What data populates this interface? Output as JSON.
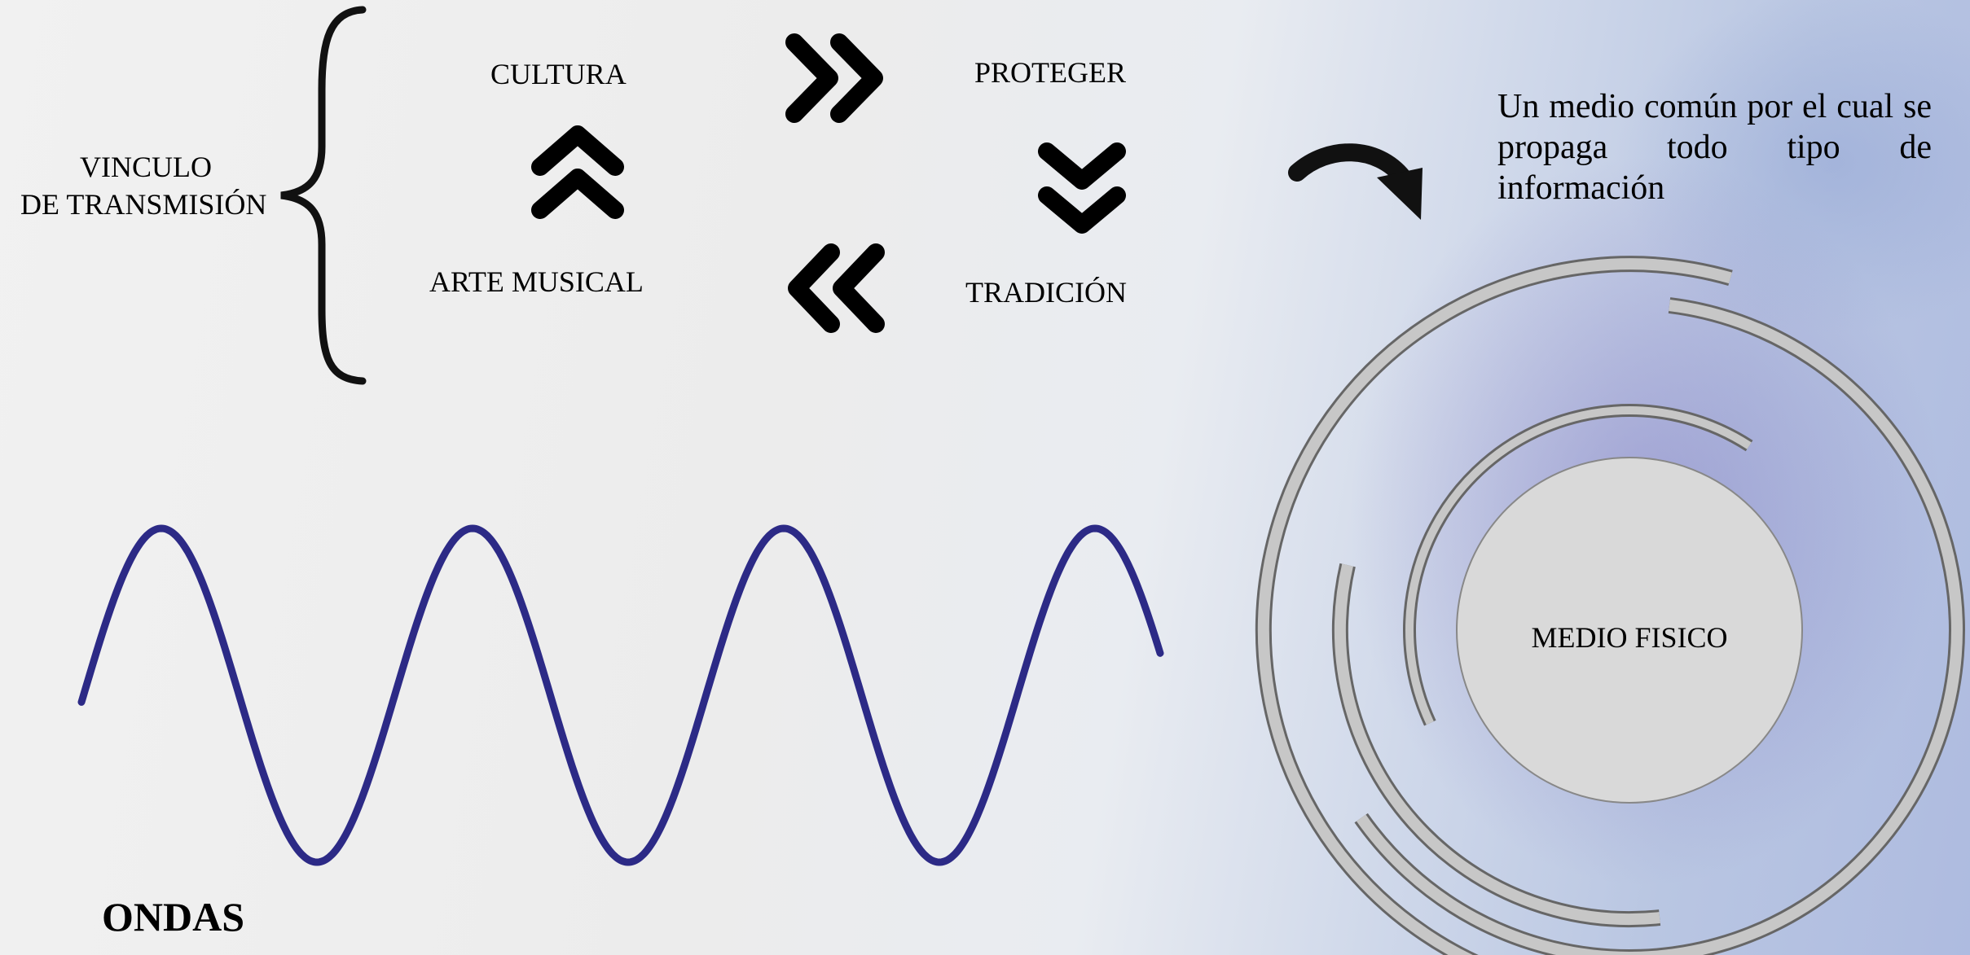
{
  "labels": {
    "vinculo_line1": "VINCULO",
    "vinculo_line2": "DE TRANSMISIÓN",
    "cultura": "CULTURA",
    "proteger": "PROTEGER",
    "arte_musical": "ARTE MUSICAL",
    "tradicion": "TRADICIÓN",
    "description": "Un medio común por el cual se propaga todo tipo de información",
    "medio_fisico": "MEDIO FISICO",
    "ondas": "ONDAS"
  },
  "icons": {
    "up": "double-chevron-up-icon",
    "right": "double-chevron-right-icon",
    "down": "double-chevron-down-icon",
    "left": "double-chevron-left-icon",
    "curved": "curved-arrow-icon",
    "brace": "left-curly-brace-icon"
  },
  "colors": {
    "wave": "#2c2a86",
    "arcs": "#c7c7c7",
    "circle": "#d9d9d9",
    "icon": "#000000"
  }
}
